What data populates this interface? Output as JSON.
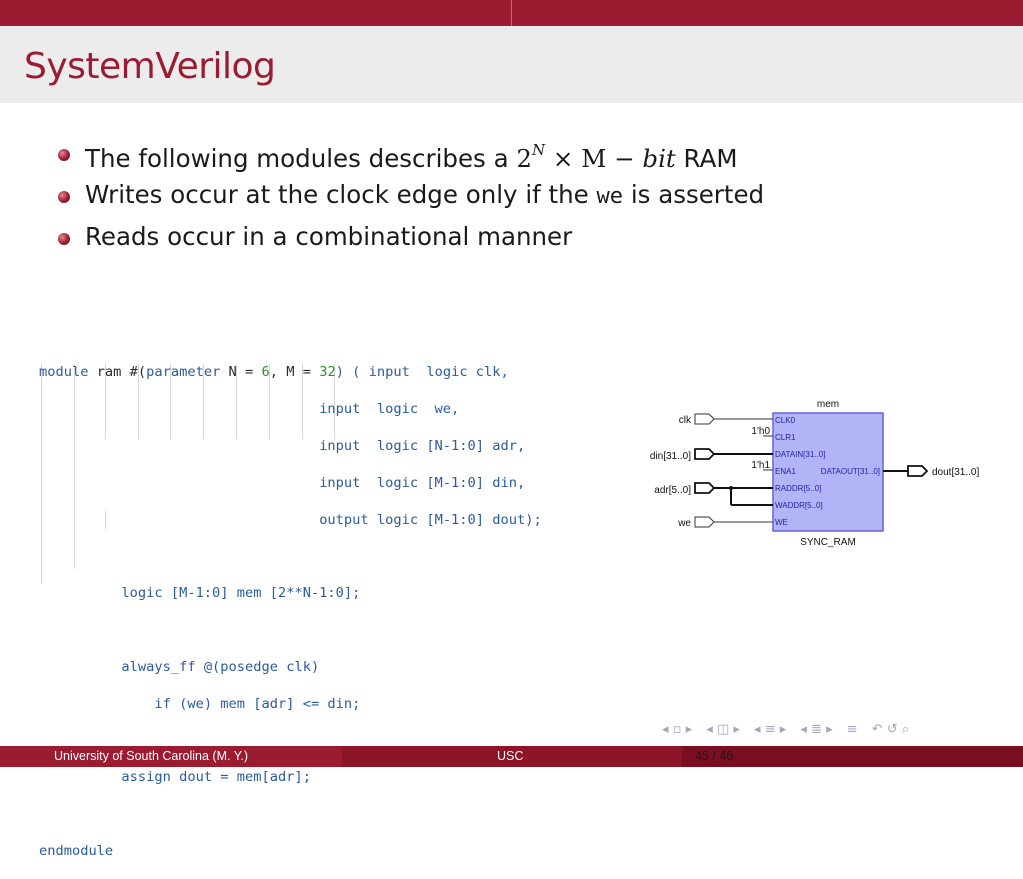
{
  "title": "SystemVerilog",
  "bullets": [
    {
      "prefix": "The following modules describes a ",
      "math_base": "2",
      "math_sup": "N",
      "math_rest": " × M − ",
      "math_bit": "bit",
      "suffix": " RAM"
    },
    {
      "prefix": "Writes occur at the clock edge only if the ",
      "code": "we",
      "suffix": " is asserted"
    },
    {
      "text": "Reads occur in a combinational manner"
    }
  ],
  "code": {
    "l1": {
      "a": "module",
      "b": " ram #(",
      "c": "parameter",
      "d": " N = ",
      "e": "6",
      "f": ", M = ",
      "g": "32",
      "h": ") ( ",
      "i": "input",
      "j": "  ",
      "k": "logic",
      "l": " clk,"
    },
    "l2": {
      "i": "input",
      "k": "logic",
      "l": "  we,"
    },
    "l3": {
      "i": "input",
      "k": "logic",
      "l": " [N-1:0] adr,"
    },
    "l4": {
      "i": "input",
      "k": "logic",
      "l": " [M-1:0] din,"
    },
    "l5": {
      "i": "output",
      "k": "logic",
      "l": " [M-1:0] dout);"
    },
    "l7": {
      "a": "logic",
      "b": " [M-1:0] mem [2**N-1:0];"
    },
    "l9": {
      "a": "always_ff",
      "b": " @(posedge clk)"
    },
    "l10": {
      "a": "if",
      "b": " (we) mem [adr] <= din;"
    },
    "l12": {
      "a": "assign",
      "b": " dout = mem[adr];"
    },
    "l14": "endmodule"
  },
  "diagram": {
    "block_name": "mem",
    "block_type": "SYNC_RAM",
    "inputs": [
      "clk",
      "din[31..0]",
      "adr[5..0]",
      "we"
    ],
    "output": "dout[31..0]",
    "ports": [
      "CLK0",
      "CLR1",
      "DATAIN[31..0]",
      "ENA1",
      "DATAOUT[31..0]",
      "RADDR[5..0]",
      "WADDR[5..0]",
      "WE"
    ],
    "const_clr": "1'h0",
    "const_ena": "1'h1"
  },
  "footer": {
    "left": "University of South Carolina  (M. Y.)",
    "center": "USC",
    "page": "45 / 46"
  },
  "colors": {
    "accent": "#9b1b31",
    "keyword": "#2b5b9e",
    "number": "#2f8f2f",
    "block_fill": "#b3b3f7",
    "block_stroke": "#6565d8"
  }
}
